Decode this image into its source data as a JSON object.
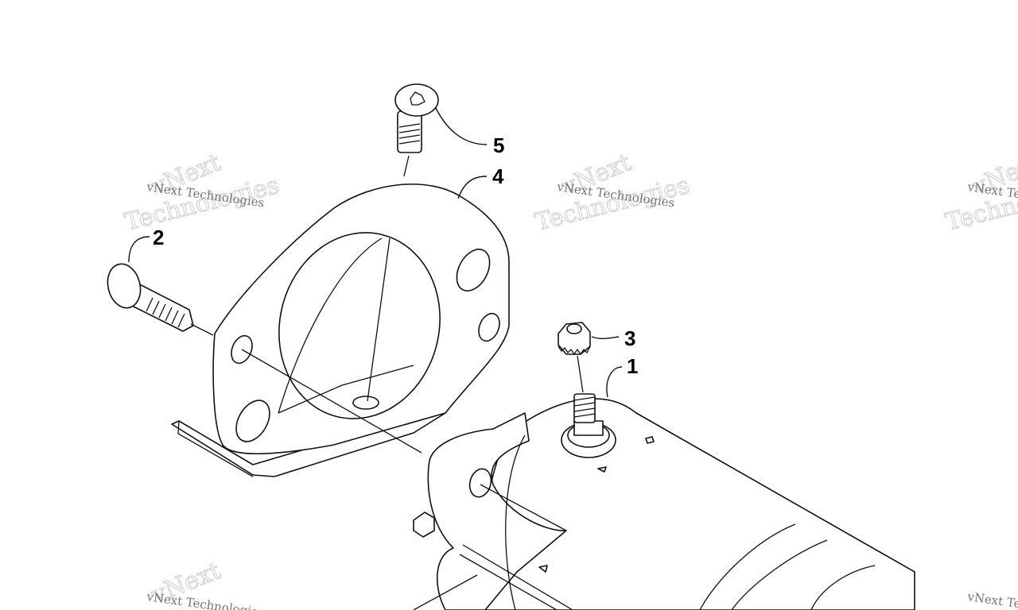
{
  "diagram": {
    "callouts": {
      "c1": "1",
      "c2": "2",
      "c3": "3",
      "c4": "4",
      "c5": "5"
    },
    "watermark": {
      "line1": "vNext Technologies",
      "big_a": "vNext",
      "big_b": "Technologies"
    },
    "parts": [
      {
        "number": "1",
        "icon": "starter-motor-icon"
      },
      {
        "number": "2",
        "icon": "flange-bolt-icon"
      },
      {
        "number": "3",
        "icon": "lock-nut-icon"
      },
      {
        "number": "4",
        "icon": "mounting-bracket-icon"
      },
      {
        "number": "5",
        "icon": "torx-screw-icon"
      }
    ]
  }
}
